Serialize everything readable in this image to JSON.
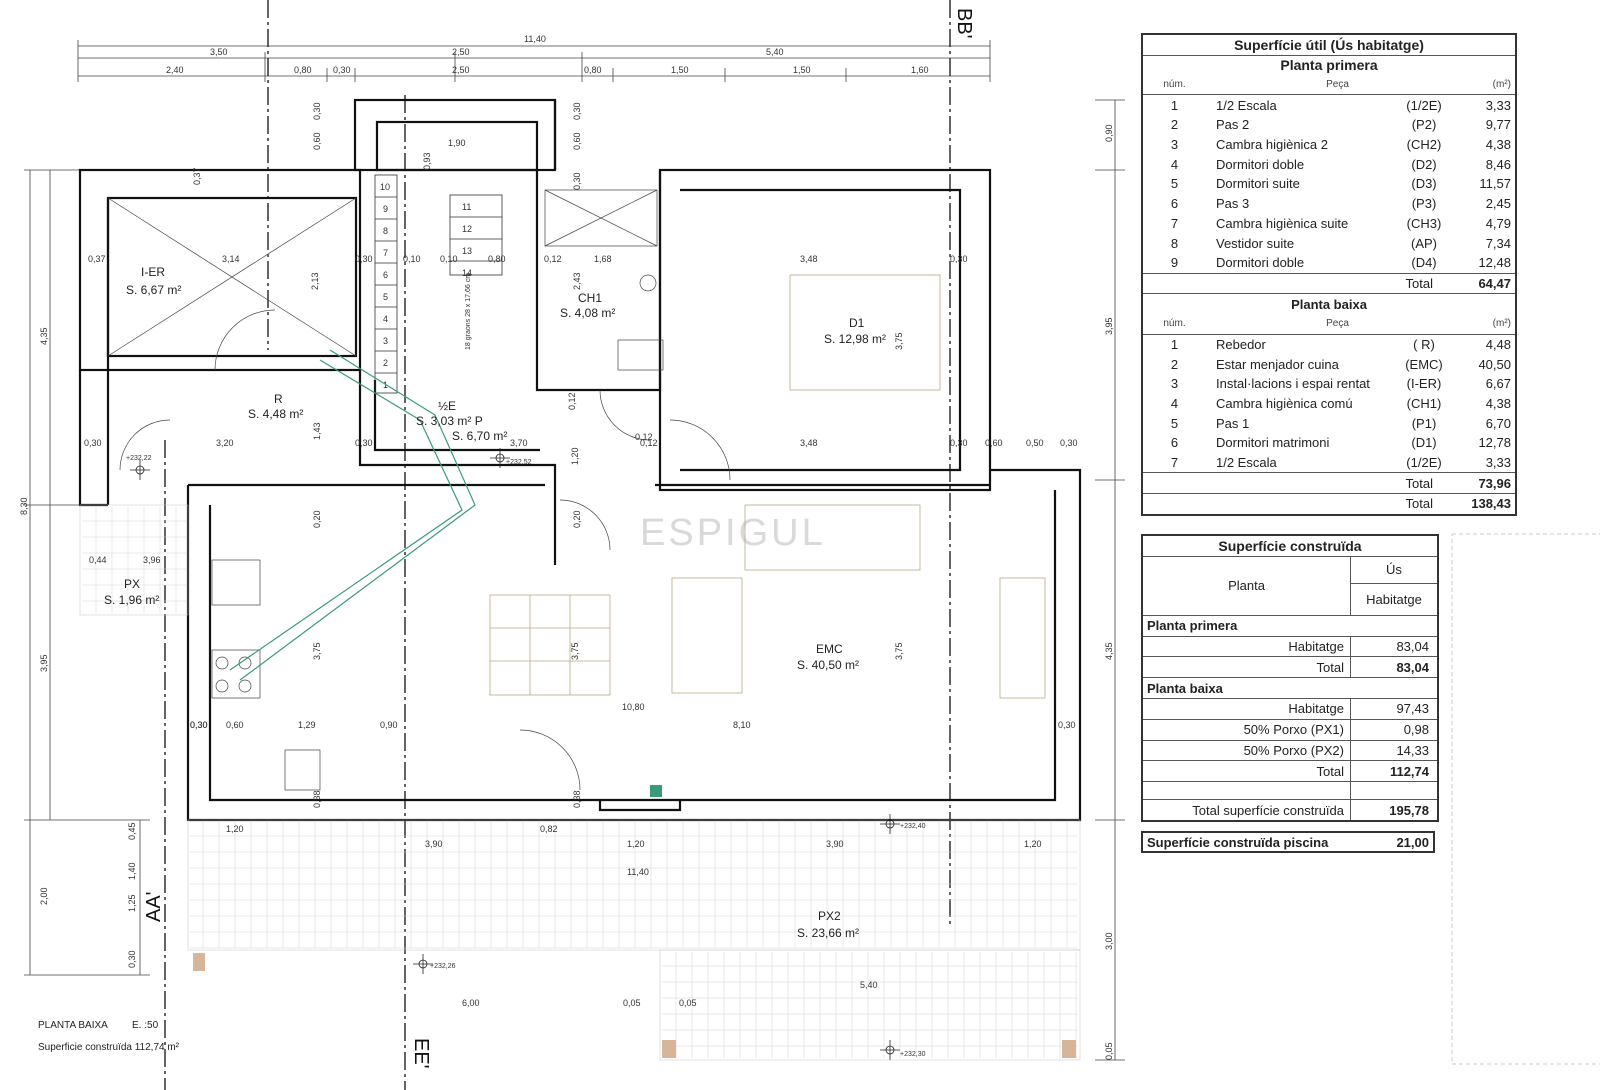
{
  "drawing": {
    "axes": {
      "top_right": "BB'",
      "left": "AA'",
      "bottom": "EE'"
    },
    "watermark": "ESPIGUL",
    "caption": {
      "title": "PLANTA BAIXA",
      "scale": "E. :50",
      "surface": "Superficie construïda 112,74 m²"
    },
    "rooms": [
      {
        "code": "I-ER",
        "area": "S. 6,67 m²"
      },
      {
        "code": "R",
        "area": "S. 4,48 m²"
      },
      {
        "code": "½E",
        "area": "S. 3,03 m² P",
        "area2": "S. 6,70 m²"
      },
      {
        "code": "CH1",
        "area": "S. 4,08 m²"
      },
      {
        "code": "D1",
        "area": "S. 12,98 m²"
      },
      {
        "code": "EMC",
        "area": "S. 40,50 m²"
      },
      {
        "code": "PX",
        "area": "S. 1,96 m²"
      },
      {
        "code": "PX2",
        "area": "S. 23,66 m²"
      }
    ],
    "levels": [
      "+232,22",
      "+232,52",
      "+232,40",
      "+232,26",
      "+232,30"
    ],
    "stair_note": "18 graons 28 x 17,66 cm",
    "stair_steps": [
      "1",
      "2",
      "3",
      "4",
      "5",
      "6",
      "7",
      "8",
      "9",
      "10",
      "11",
      "12",
      "13",
      "14"
    ],
    "dims": {
      "top1": [
        "11,40"
      ],
      "top2": [
        "3,50",
        "2,50",
        "5,40"
      ],
      "top3": [
        "2,40",
        "0,80",
        "0,30",
        "2,50",
        "0,80",
        "1,50",
        "1,50",
        "1,60"
      ],
      "left": [
        "4,35",
        "8,30",
        "3,95",
        "2,00",
        "0,45",
        "1,40",
        "1,25",
        "0,30"
      ],
      "right": [
        "0,90",
        "3,95",
        "4,35",
        "3,00",
        "0,05"
      ],
      "inner": [
        "0,37",
        "3,14",
        "0,30",
        "0,10",
        "0,10",
        "0,80",
        "0,12",
        "1,68",
        "3,48",
        "0,30",
        "0,37",
        "2,13",
        "1,90",
        "0,93",
        "0,30",
        "0,60",
        "0,30",
        "0,60",
        "0,30",
        "2,43",
        "3,75",
        "0,12",
        "0,12",
        "1,43",
        "0,30",
        "3,20",
        "0,30",
        "3,70",
        "0,12",
        "3,48",
        "0,30",
        "0,60",
        "0,50",
        "0,30",
        "1,20",
        "0,20",
        "0,20",
        "0,44",
        "3,96",
        "3,75",
        "3,75",
        "3,75",
        "0,30",
        "0,60",
        "1,29",
        "0,90",
        "10,80",
        "8,10",
        "0,30",
        "0,30",
        "0,38",
        "0,38",
        "1,20",
        "0,82",
        "3,90",
        "1,20",
        "3,90",
        "1,20",
        "11,40",
        "6,00",
        "0,05",
        "0,05",
        "5,40"
      ]
    }
  },
  "table_util": {
    "title": "Superfície útil (Ús habitatge)",
    "first": {
      "title": "Planta primera",
      "cols": {
        "num": "núm.",
        "name": "Peça",
        "unit": "(m²)"
      },
      "rows": [
        {
          "n": "1",
          "name": "1/2 Escala",
          "code": "(1/2E)",
          "v": "3,33"
        },
        {
          "n": "2",
          "name": "Pas 2",
          "code": "(P2)",
          "v": "9,77"
        },
        {
          "n": "3",
          "name": "Cambra higiènica 2",
          "code": "(CH2)",
          "v": "4,38"
        },
        {
          "n": "4",
          "name": "Dormitori doble",
          "code": "(D2)",
          "v": "8,46"
        },
        {
          "n": "5",
          "name": "Dormitori suite",
          "code": "(D3)",
          "v": "11,57"
        },
        {
          "n": "6",
          "name": "Pas 3",
          "code": "(P3)",
          "v": "2,45"
        },
        {
          "n": "7",
          "name": "Cambra higiènica suite",
          "code": "(CH3)",
          "v": "4,79"
        },
        {
          "n": "8",
          "name": "Vestidor suite",
          "code": "(AP)",
          "v": "7,34"
        },
        {
          "n": "9",
          "name": "Dormitori doble",
          "code": "(D4)",
          "v": "12,48"
        }
      ],
      "total_label": "Total",
      "total": "64,47"
    },
    "ground": {
      "title": "Planta baixa",
      "cols": {
        "num": "núm.",
        "name": "Peça",
        "unit": "(m²)"
      },
      "rows": [
        {
          "n": "1",
          "name": "Rebedor",
          "code": "( R)",
          "v": "4,48"
        },
        {
          "n": "2",
          "name": "Estar menjador cuina",
          "code": "(EMC)",
          "v": "40,50"
        },
        {
          "n": "3",
          "name": "Instal·lacions i espai rentat",
          "code": "(I-ER)",
          "v": "6,67"
        },
        {
          "n": "4",
          "name": "Cambra higiènica comú",
          "code": "(CH1)",
          "v": "4,38"
        },
        {
          "n": "5",
          "name": "Pas 1",
          "code": "(P1)",
          "v": "6,70"
        },
        {
          "n": "6",
          "name": "Dormitori matrimoni",
          "code": "(D1)",
          "v": "12,78"
        },
        {
          "n": "7",
          "name": "1/2 Escala",
          "code": "(1/2E)",
          "v": "3,33"
        }
      ],
      "total_label": "Total",
      "total": "73,96"
    },
    "grand_total_label": "Total",
    "grand_total": "138,43"
  },
  "table_built": {
    "title": "Superfície construïda",
    "col_planta": "Planta",
    "col_us": "Ús",
    "col_hab": "Habitatge",
    "first_title": "Planta primera",
    "first_rows": [
      {
        "l": "Habitatge",
        "v": "83,04"
      },
      {
        "l": "Total",
        "v": "83,04",
        "bold": true
      }
    ],
    "ground_title": "Planta baixa",
    "ground_rows": [
      {
        "l": "Habitatge",
        "v": "97,43"
      },
      {
        "l": "50% Porxo (PX1)",
        "v": "0,98"
      },
      {
        "l": "50% Porxo (PX2)",
        "v": "14,33"
      },
      {
        "l": "Total",
        "v": "112,74",
        "bold": true
      }
    ],
    "total_label": "Total superfície construïda",
    "total": "195,78"
  },
  "piscina": {
    "label": "Superfície construïda piscina",
    "value": "21,00"
  }
}
